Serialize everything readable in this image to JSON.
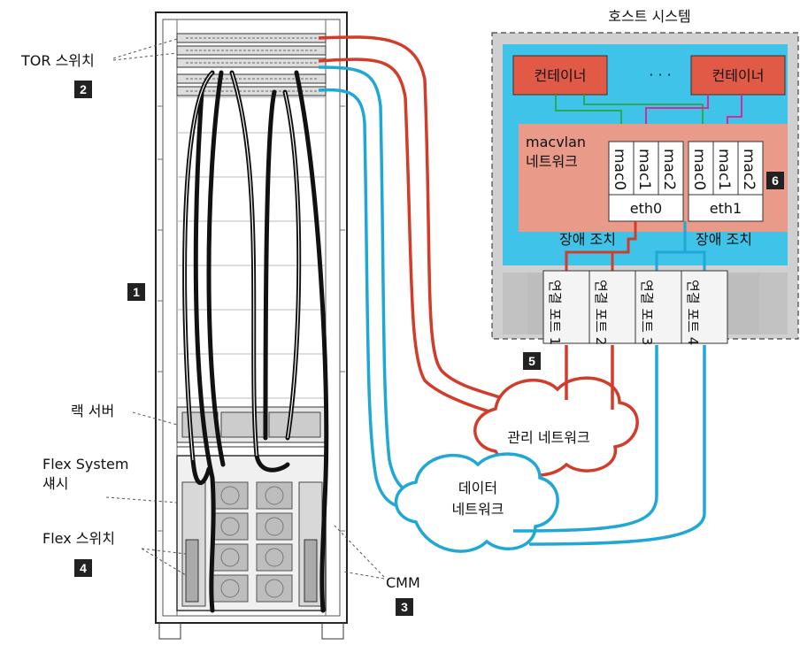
{
  "colors": {
    "management": "#d23c2a",
    "data": "#1fa8d6",
    "host_background": "#3fc3e8",
    "network_box": "#ea9a88",
    "container_box": "#e05a45",
    "container_link_green": "#2aaa57",
    "container_link_magenta": "#d62c9b"
  },
  "labels": {
    "host_system": "호스트 시스템",
    "tor_switch": "TOR 스위치",
    "rack_server": "랙 서버",
    "flex_chassis_line1": "Flex System",
    "flex_chassis_line2": "섀시",
    "flex_switch": "Flex 스위치",
    "cmm": "CMM",
    "management_network": "관리 네트워크",
    "data_network_line1": "데이터",
    "data_network_line2": "네트워크",
    "macvlan_line1": "macvlan",
    "macvlan_line2": "네트워크",
    "failover_left": "장애 조치",
    "failover_right": "장애 조치",
    "ellipsis": "· · ·"
  },
  "containers": [
    "컨테이너",
    "컨테이너"
  ],
  "nics": [
    {
      "name": "eth0",
      "macs": [
        "mac0",
        "mac1",
        "mac2"
      ]
    },
    {
      "name": "eth1",
      "macs": [
        "mac0",
        "mac1",
        "mac2"
      ]
    }
  ],
  "ports": [
    "연결 포트 1",
    "연결 포트 2",
    "연결 포트 3",
    "연결 포트 4"
  ],
  "badges": {
    "rack": "1",
    "tor": "2",
    "cmm": "3",
    "flex_switch": "4",
    "ports": "5",
    "macvlan": "6"
  }
}
